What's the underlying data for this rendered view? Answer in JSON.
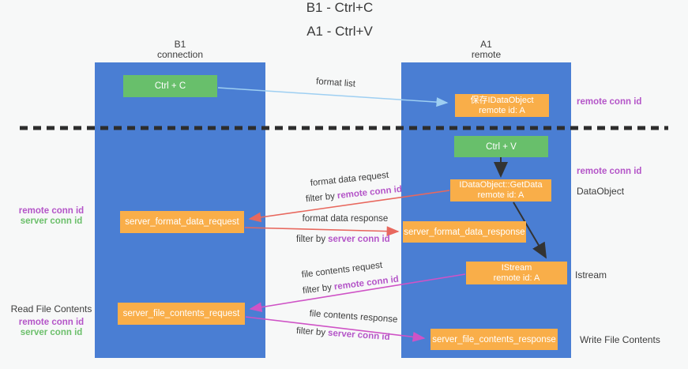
{
  "title": {
    "line1": "B1 - Ctrl+C",
    "line2": "A1 - Ctrl+V"
  },
  "lanes": {
    "left": {
      "name": "B1",
      "role": "connection"
    },
    "right": {
      "name": "A1",
      "role": "remote"
    }
  },
  "nodes": {
    "ctrl_c": {
      "label": "Ctrl + C"
    },
    "ctrl_v": {
      "label": "Ctrl + V"
    },
    "save_dataobject": {
      "line1": "保存IDataObject",
      "line2": "remote id: A"
    },
    "getdata": {
      "line1": "IDataObject::GetData",
      "line2": "remote id: A"
    },
    "istream": {
      "line1": "IStream",
      "line2": "remote id: A"
    },
    "format_request": {
      "label": "server_format_data_request"
    },
    "format_response": {
      "label": "server_format_data_response"
    },
    "file_request": {
      "label": "server_file_contents_request"
    },
    "file_response": {
      "label": "server_file_contents_response"
    }
  },
  "edges": {
    "format_list": {
      "label": "format list"
    },
    "format_data_request": {
      "label": "format data request",
      "filter_prefix": "filter by",
      "filter_key": "remote conn id"
    },
    "format_data_response": {
      "label": "format data response",
      "filter_prefix": "filter by",
      "filter_key": "server conn id"
    },
    "file_contents_request": {
      "label": "file contents request",
      "filter_prefix": "filter by",
      "filter_key": "remote conn id"
    },
    "file_contents_response": {
      "label": "file contents response",
      "filter_prefix": "filter by",
      "filter_key": "server conn id"
    }
  },
  "annotations": {
    "left_mid": {
      "remote": "remote conn id",
      "server": "server conn id"
    },
    "left_bottom": {
      "title": "Read File Contents",
      "remote": "remote conn id",
      "server": "server conn id"
    },
    "right_top": {
      "remote": "remote conn id"
    },
    "right_mid": {
      "remote": "remote conn id",
      "object": "DataObject"
    },
    "right_istream": {
      "object": "Istream"
    },
    "right_bottom": {
      "object": "Write File Contents"
    }
  },
  "colors": {
    "background": "#f7f8f8",
    "lane_fill": "#4a7ed3",
    "node_green": "#68bf6b",
    "node_orange": "#f9ae49",
    "arrow_blue": "#9ecff2",
    "arrow_red": "#e8685e",
    "arrow_magenta": "#cf53c6",
    "arrow_black": "#333333",
    "label_purple": "#b455c8",
    "label_green": "#6cbf6b",
    "text_dark": "#3c3c3c",
    "dashed_line": "#2d2d2d"
  }
}
